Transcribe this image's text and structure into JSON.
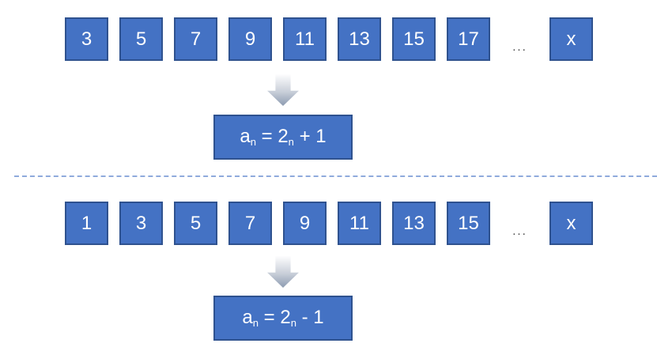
{
  "colors": {
    "square_fill": "#4472C4",
    "square_border": "#2F528F",
    "formula_fill": "#4472C4",
    "formula_border": "#2F528F",
    "separator_dashed_line": "#8FAADC",
    "arrow_gradient_top": "#FDFDFE",
    "arrow_gradient_bottom": "#8C9BB1",
    "text_on_blue": "#FFFFFF",
    "ellipsis_text": "#404040"
  },
  "top_section": {
    "squares": [
      "3",
      "5",
      "7",
      "9",
      "11",
      "13",
      "15",
      "17"
    ],
    "ellipsis": "...",
    "last_square": "x",
    "formula": {
      "base": "a",
      "sub1": "n",
      "mid": " = 2",
      "sub2": "n",
      "tail": " + 1"
    }
  },
  "bottom_section": {
    "squares": [
      "1",
      "3",
      "5",
      "7",
      "9",
      "11",
      "13",
      "15"
    ],
    "ellipsis": "...",
    "last_square": "x",
    "formula": {
      "base": "a",
      "sub1": "n",
      "mid": " = 2",
      "sub2": "n",
      "tail": " - 1"
    }
  }
}
